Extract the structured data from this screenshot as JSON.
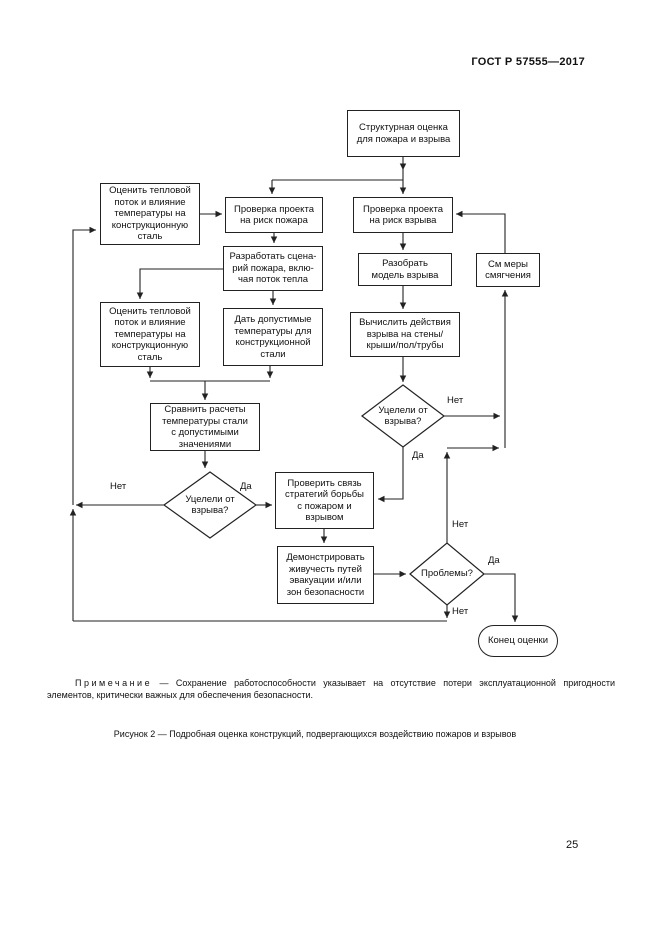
{
  "header": {
    "standard_code": "ГОСТ Р 57555—2017"
  },
  "flowchart": {
    "nodes": {
      "start": "Структурная оценка\nдля пожара и взрыва",
      "assess_top": "Оценить тепловой\nпоток и влияние\nтемпературы на\nконструкционную\nсталь",
      "check_fire": "Проверка проекта\nна риск пожара",
      "check_explosion": "Проверка проекта\nна риск взрыва",
      "scenario": "Разработать сцена-\nрий пожара, вклю-\nчая поток тепла",
      "assess_mid": "Оценить тепловой\nпоток и влияние\nтемпературы на\nконструкционную\nсталь",
      "allow_temp": "Дать допустимые\nтемпературы для\nконструкционной\nстали",
      "disassemble": "Разобрать\nмодель взрыва",
      "mitigation": "См меры\nсмягчения",
      "compute": "Вычислить действия\nвзрыва на стены/\nкрыши/пол/трубы",
      "compare": "Сравнить расчеты\nтемпературы стали\nс допустимыми\nзначениями",
      "decide_blast_left": "Уцелели от\nвзрыва?",
      "decide_blast_right": "Уцелели от\nвзрыва?",
      "verify": "Проверить связь\nстратегий борьбы\nс пожаром и\nвзрывом",
      "demonstrate": "Демонстрировать\nживучесть путей\nэвакуации и/или\nзон безопасности",
      "problems": "Проблемы?",
      "end": "Конец оценки"
    },
    "edge_labels": {
      "no_left": "Нет",
      "yes_left": "Да",
      "no_right": "Нет",
      "yes_right": "Да",
      "no_problems_top": "Нет",
      "yes_problems": "Да",
      "no_problems_bottom": "Нет"
    }
  },
  "note": {
    "label": "Примечание",
    "text": " — Сохранение работоспособности указывает на отсутствие потери эксплуатационной пригодности элементов, критически важных для обеспечения безопасности."
  },
  "caption": "Рисунок 2 — Подробная оценка конструкций, подвергающихся воздействию пожаров и взрывов",
  "page_number": "25"
}
